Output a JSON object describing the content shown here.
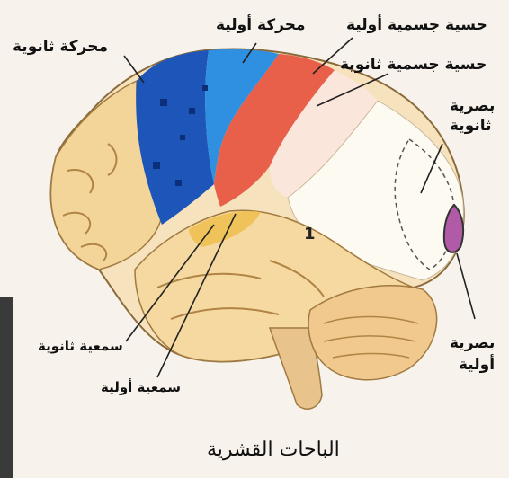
{
  "labels": {
    "secondary_motor": "محركة ثانوية",
    "primary_motor": "محركة أولية",
    "primary_somatosensory": "حسية جسمية أولية",
    "secondary_somatosensory": "حسية جسمية ثانوية",
    "secondary_visual_line1": "بصرية",
    "secondary_visual_line2": "ثانوية",
    "primary_visual_line1": "بصرية",
    "primary_visual_line2": "أولية",
    "secondary_auditory": "سمعية ثانوية",
    "primary_auditory": "سمعية أولية",
    "region_number": "1"
  },
  "caption": "الباحات القشرية",
  "colors": {
    "motor_primary": "#2f6fd0",
    "motor_secondary": "#1d56b8",
    "somatosensory_primary": "#e8604a",
    "somatosensory_secondary": "#f2b9a8",
    "visual_primary": "#b05aa8",
    "cortex": "#f6d9a0",
    "auditory": "#f0c35a",
    "cerebellum": "#f1c88d"
  }
}
